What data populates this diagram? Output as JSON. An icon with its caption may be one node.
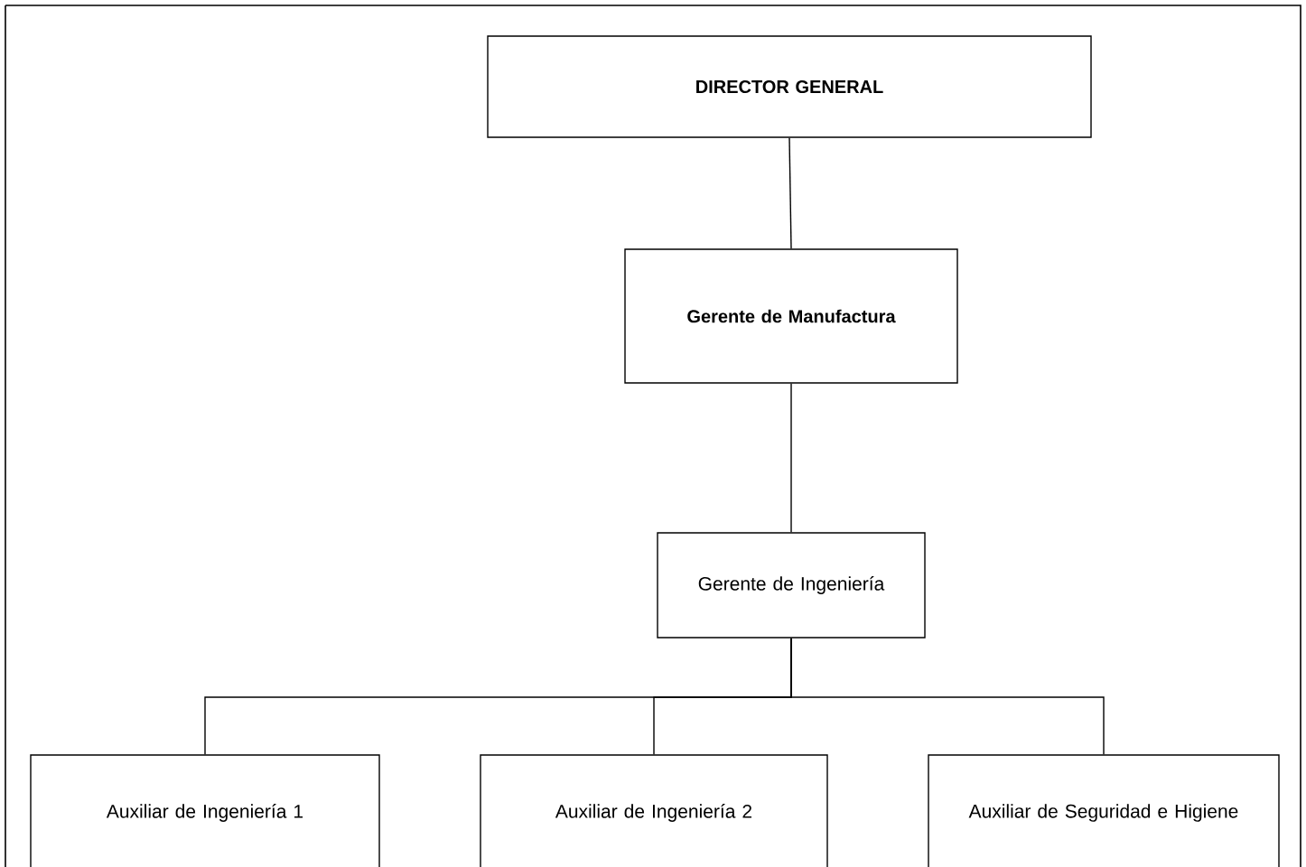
{
  "diagram": {
    "nodes": [
      {
        "text": [
          "DIRECTOR GENERAL"
        ]
      },
      {
        "text": [
          "Gerente de Manufactura"
        ]
      },
      {
        "text": [
          "Gerente de Ingeniería"
        ]
      },
      {
        "text": [
          "Auxiliar de Ingeniería 1"
        ]
      },
      {
        "text": [
          "Auxiliar de Ingeniería 2"
        ]
      },
      {
        "text": [
          "Auxiliar de Seguridad e Higiene"
        ]
      }
    ],
    "edges": [
      {
        "from": 0,
        "to": 1,
        "arrow": "none"
      },
      {
        "from": 1,
        "to": 2,
        "arrow": "none"
      },
      {
        "from": 2,
        "to": 3,
        "arrow": "none"
      },
      {
        "from": 2,
        "to": 4,
        "arrow": "none"
      },
      {
        "from": 2,
        "to": 5,
        "arrow": "none"
      }
    ]
  }
}
